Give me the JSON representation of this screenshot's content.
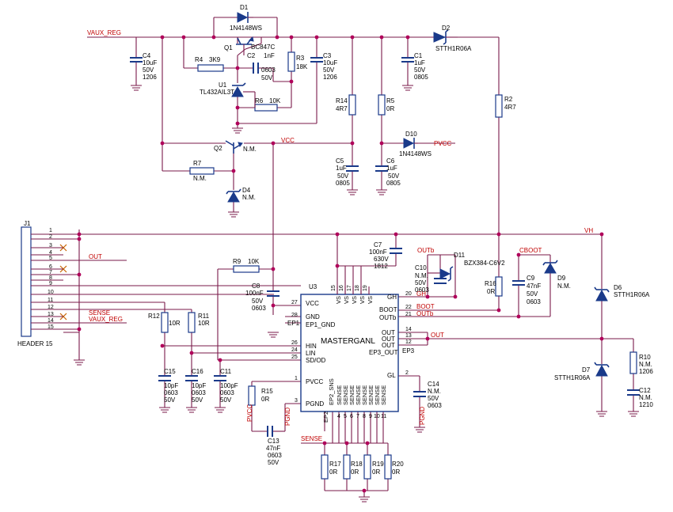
{
  "nets": {
    "vaux_reg": "VAUX_REG",
    "vcc": "VCC",
    "pvcc": "PVCC",
    "vh": "VH",
    "out": "OUT",
    "sense": "SENSE",
    "vaux_reg2": "VAUX_REG",
    "outb": "OUTb",
    "cboot": "CBOOT",
    "gh": "GH",
    "boot": "BOOT",
    "outb2": "OUTb",
    "out2": "OUT",
    "pvcc_side": "PVCC",
    "pgnd_side": "PGND",
    "pgnd_gl": "PGND",
    "sense_bus": "SENSE"
  },
  "components": {
    "d1": {
      "ref": "D1",
      "value": "1N4148WS"
    },
    "d2": {
      "ref": "D2",
      "value": "STTH1R06A"
    },
    "q1": {
      "ref": "Q1",
      "value": "BC847C"
    },
    "c4": {
      "ref": "C4",
      "value": "10uF",
      "v": "50V",
      "pkg": "1206"
    },
    "r4": {
      "ref": "R4",
      "value": "3K9"
    },
    "c2": {
      "ref": "C2",
      "value": "1nF",
      "pkg": "0603",
      "v": "50V"
    },
    "r3": {
      "ref": "R3",
      "value": "18K"
    },
    "c3": {
      "ref": "C3",
      "value": "10uF",
      "v": "50V",
      "pkg": "1206"
    },
    "c1": {
      "ref": "C1",
      "value": "1uF",
      "v": "50V",
      "pkg": "0805"
    },
    "u1": {
      "ref": "U1",
      "value": "TL432AIL3T"
    },
    "r6": {
      "ref": "R6",
      "value": "10K"
    },
    "r14": {
      "ref": "R14",
      "value": "4R7"
    },
    "r5": {
      "ref": "R5",
      "value": "0R"
    },
    "r2": {
      "ref": "R2",
      "value": "4R7"
    },
    "d10": {
      "ref": "D10",
      "value": "1N4148WS"
    },
    "q2": {
      "ref": "Q2",
      "value": "N.M."
    },
    "r7": {
      "ref": "R7",
      "value": "N.M."
    },
    "d4": {
      "ref": "D4",
      "value": "N.M."
    },
    "c5": {
      "ref": "C5",
      "value": "1uF",
      "v": "50V",
      "pkg": "0805"
    },
    "c6": {
      "ref": "C6",
      "value": "1uF",
      "v": "50V",
      "pkg": "0805"
    },
    "j1": {
      "ref": "J1",
      "value": "HEADER 15"
    },
    "c7": {
      "ref": "C7",
      "value": "100nF",
      "v": "630V",
      "pkg": "1812"
    },
    "d11": {
      "ref": "D11",
      "value": "BZX384-C6V2"
    },
    "r9": {
      "ref": "R9",
      "value": "10K"
    },
    "c10": {
      "ref": "C10",
      "value": "N.M.",
      "v": "50V",
      "pkg": "0603"
    },
    "c8": {
      "ref": "C8",
      "value": "100nF",
      "v": "50V",
      "pkg": "0603"
    },
    "r16": {
      "ref": "R16",
      "value": "0R"
    },
    "c9": {
      "ref": "C9",
      "value": "47nF",
      "v": "50V",
      "pkg": "0603"
    },
    "d9": {
      "ref": "D9",
      "value": "N.M."
    },
    "d6": {
      "ref": "D6",
      "value": "STTH1R06A"
    },
    "r12": {
      "ref": "R12",
      "value": "10R"
    },
    "r11": {
      "ref": "R11",
      "value": "10R"
    },
    "r10": {
      "ref": "R10",
      "value": "N.M.",
      "pkg": "1206"
    },
    "d7": {
      "ref": "D7",
      "value": "STTH1R06A"
    },
    "c12": {
      "ref": "C12",
      "value": "N.M.",
      "pkg": "1210"
    },
    "c15": {
      "ref": "C15",
      "value": "10pF",
      "pkg": "0603",
      "v": "50V"
    },
    "c16": {
      "ref": "C16",
      "value": "10pF",
      "pkg": "0603",
      "v": "50V"
    },
    "c11": {
      "ref": "C11",
      "value": "100pF",
      "pkg": "0603",
      "v": "50V"
    },
    "r15": {
      "ref": "R15",
      "value": "0R"
    },
    "c14": {
      "ref": "C14",
      "value": "N.M.",
      "v": "50V",
      "pkg": "0603"
    },
    "c13": {
      "ref": "C13",
      "value": "47nF",
      "pkg": "0603",
      "v": "50V"
    },
    "r17": {
      "ref": "R17",
      "value": "0R"
    },
    "r18": {
      "ref": "R18",
      "value": "0R"
    },
    "r19": {
      "ref": "R19",
      "value": "0R"
    },
    "r20": {
      "ref": "R20",
      "value": "0R"
    },
    "u3": {
      "ref": "U3",
      "value": "MASTERGANL"
    }
  },
  "u3_pins": {
    "vcc": "VCC",
    "gnd": "GND",
    "ep1_gnd": "EP1_GND",
    "ep1": "EP1",
    "hin": "HIN",
    "lin": "LIN",
    "sdod": "SD/OD",
    "pvcc": "PVCC",
    "pgnd": "PGND",
    "gh": "GH",
    "boot": "BOOT",
    "outb": "OUTb",
    "out": "OUT",
    "ep3_out": "EP3_OUT",
    "ep3": "EP3",
    "gl": "GL",
    "vs": "VS",
    "sense": "SENSE",
    "ep2_sns": "EP2_SNS",
    "ep2": "EP2"
  },
  "pin_numbers": {
    "n27": "27",
    "n28": "28",
    "n26": "26",
    "n24": "24",
    "n25": "25",
    "n1": "1",
    "n3": "3",
    "n20": "20",
    "n22": "22",
    "n21": "21",
    "n14": "14",
    "n13": "13",
    "n12": "12",
    "n2": "2",
    "n15": "15",
    "n16": "16",
    "n17": "17",
    "n18": "18",
    "n19": "19",
    "n4": "4",
    "n5": "5",
    "n6": "6",
    "n7": "7",
    "n8": "8",
    "n9": "9",
    "n10": "10",
    "n11": "11"
  },
  "header_pins": [
    "1",
    "2",
    "3",
    "4",
    "5",
    "6",
    "7",
    "8",
    "9",
    "10",
    "11",
    "12",
    "13",
    "14",
    "15"
  ]
}
